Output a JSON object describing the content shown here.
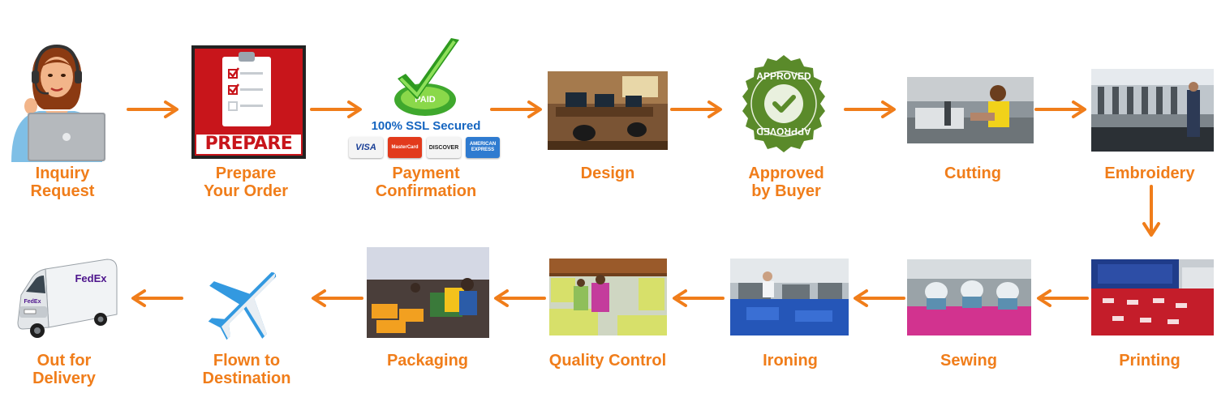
{
  "steps": [
    {
      "label": "Inquiry\nRequest",
      "icon": "call-center-agent-icon"
    },
    {
      "label": "Prepare\nYour Order",
      "icon": "clipboard-checklist-icon"
    },
    {
      "label": "Payment\nConfirmation",
      "icon": "paid-checkmark-icon"
    },
    {
      "label": "Design",
      "icon": "design-office-photo"
    },
    {
      "label": "Approved\nby Buyer",
      "icon": "approved-seal-icon"
    },
    {
      "label": "Cutting",
      "icon": "cutting-photo"
    },
    {
      "label": "Embroidery",
      "icon": "embroidery-photo"
    },
    {
      "label": "Printing",
      "icon": "printing-photo"
    },
    {
      "label": "Sewing",
      "icon": "sewing-photo"
    },
    {
      "label": "Ironing",
      "icon": "ironing-photo"
    },
    {
      "label": "Quality Control",
      "icon": "quality-control-photo"
    },
    {
      "label": "Packaging",
      "icon": "packaging-photo"
    },
    {
      "label": "Flown to\nDestination",
      "icon": "airplane-icon"
    },
    {
      "label": "Out for\nDelivery",
      "icon": "delivery-van-icon"
    }
  ],
  "prepare_banner": "PREPARE",
  "ssl_text": "100% SSL Secured",
  "paid_text": "PAID",
  "approved_text": "APPROVED",
  "van_brand": "FedEx",
  "cards": [
    "VISA",
    "MasterCard",
    "DISCOVER",
    "AMERICAN EXPRESS"
  ],
  "colors": {
    "accent": "#f07d1a",
    "ssl_blue": "#1565c0",
    "seal_green": "#5a8a2a",
    "prepare_red": "#c8151b"
  }
}
